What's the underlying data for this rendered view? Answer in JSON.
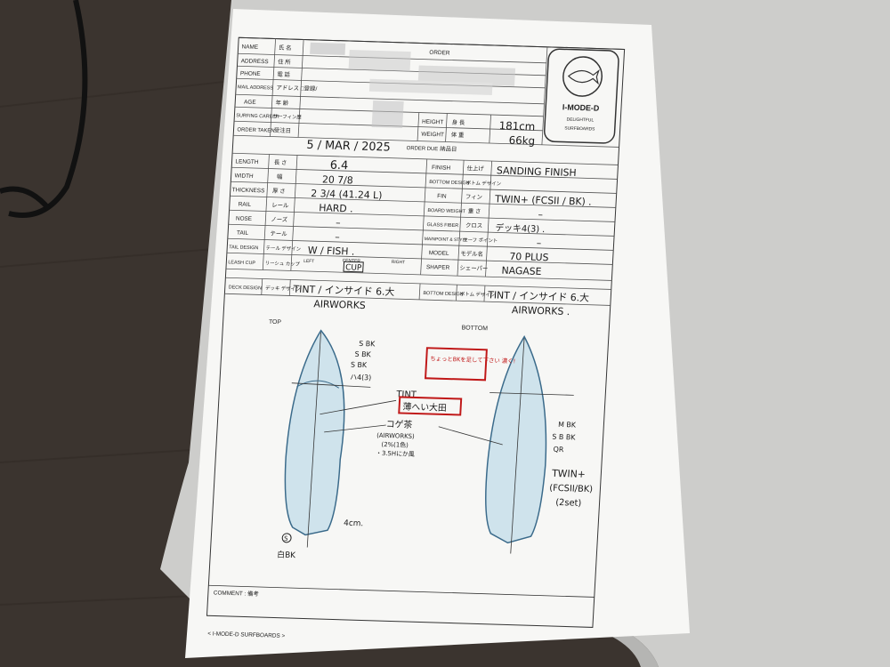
{
  "form": {
    "header_rows": [
      {
        "en": "NAME",
        "jp": "氏 名"
      },
      {
        "en": "ADDRESS",
        "jp": "住 所"
      },
      {
        "en": "PHONE",
        "jp": "電 話"
      },
      {
        "en": "MAIL ADDRESS",
        "jp": "アドレス □登録/"
      },
      {
        "en": "AGE",
        "jp": "年 齢"
      },
      {
        "en": "SURFING CAREER",
        "jp": "サーフィン歴"
      },
      {
        "en": "ORDER TAKEN",
        "jp": "受注日"
      }
    ],
    "order_taken_value": "5 / MAR / 2025",
    "order_label": "ORDER",
    "height_label": "HEIGHT",
    "height_jp": "身 長",
    "height_value": "181cm",
    "weight_label": "WEIGHT",
    "weight_jp": "体 重",
    "weight_value": "66kg",
    "order_due_label": "ORDER DUE",
    "order_due_jp": "納品日",
    "logo_text": "I-MODE-D",
    "logo_sub1": "DELIGHTFUL",
    "logo_sub2": "SURFBOARDS",
    "spec_left": [
      {
        "en": "LENGTH",
        "jp": "長 さ",
        "value": "6.4"
      },
      {
        "en": "WIDTH",
        "jp": "幅",
        "value": "20 7/8"
      },
      {
        "en": "THICKNESS",
        "jp": "厚 さ",
        "value": "2 3/4  (41.24 L)"
      },
      {
        "en": "RAIL",
        "jp": "レール",
        "value": "HARD ."
      },
      {
        "en": "NOSE",
        "jp": "ノーズ",
        "value": "–"
      },
      {
        "en": "TAIL",
        "jp": "テール",
        "value": "–"
      },
      {
        "en": "TAIL DESIGN",
        "jp": "テール デザイン",
        "value": "W / FISH ."
      },
      {
        "en": "LEASH CUP",
        "jp": "リーシュ カップ",
        "value": ""
      }
    ],
    "leash_left": "LEFT",
    "leash_center": "CENTER",
    "leash_cup": "CUP",
    "leash_right": "RIGHT",
    "spec_right": [
      {
        "en": "FINISH",
        "jp": "仕上げ",
        "value": "SANDING FINISH"
      },
      {
        "en": "BOTTOM DESIGN",
        "jp": "ボトム デザイン",
        "value": ""
      },
      {
        "en": "FIN",
        "jp": "フィン",
        "value": "TWIN+ (FCSII / BK) ."
      },
      {
        "en": "BOARD WEIGHT",
        "jp": "重 さ",
        "value": "–"
      },
      {
        "en": "GLASS FIBER",
        "jp": "クロス",
        "value": "デッキ4(3) ."
      },
      {
        "en": "MAINPOINT & STYLE",
        "jp": "サーフ ポイント",
        "value": "–"
      },
      {
        "en": "MODEL",
        "jp": "モデル名",
        "value": "70 PLUS"
      },
      {
        "en": "SHAPER",
        "jp": "シェーパー",
        "value": "NAGASE"
      }
    ],
    "deck_design_en": "DECK DESIGN",
    "deck_design_jp": "デッキ デザイン",
    "deck_design_value": "TINT / インサイド 6.大",
    "deck_airworks": "AIRWORKS",
    "bottom_design_en": "BOTTOM DESIGN",
    "bottom_design_jp": "ボトム デザイン",
    "bottom_design_value": "TINT / インサイド 6.大",
    "bottom_airworks": "AIRWORKS .",
    "top_label": "TOP",
    "bottom_label": "BOTTOM",
    "comment_label": "COMMENT : 備考",
    "footer": "< I-MODE-D SURFBOARDS >"
  },
  "annotations": {
    "top_s_bk_1": "S BK",
    "top_s_bk_2": "S BK",
    "top_s_bk_3": "S BK",
    "top_hand_note": "ハ4(3)",
    "red_box_1": "ちょっとBKを足して下さい 濃く!",
    "tint_label": "TINT",
    "tint_red": "薄へい大田",
    "koge_label": "コゲ茶",
    "airworks_note": "(AIRWORKS)",
    "airworks_sub": "(2%(1色)",
    "airworks_sub2": "・3.5Hにか風",
    "tail_measure": "4cm.",
    "tail_s": "S",
    "tail_bk": "白BK",
    "bottom_m_bk": "M BK",
    "bottom_s_b_bk": "S B BK",
    "bottom_qr": "QR",
    "bottom_twin": "TWIN+",
    "bottom_fcs": "(FCSII/BK)",
    "bottom_set": "(2set)"
  },
  "colors": {
    "board_fill": "#cfe3ec",
    "board_outline": "#3a6a8a",
    "red_ink": "#c01818",
    "paper": "#f7f7f5",
    "table_bg": "#3b342f",
    "tray": "#cdcdcb"
  }
}
